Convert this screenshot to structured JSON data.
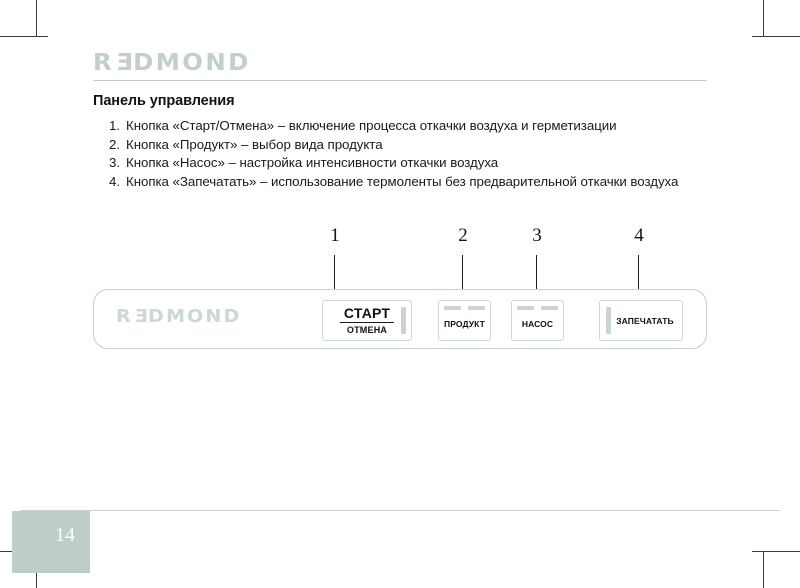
{
  "brand": {
    "logo_pre": "R",
    "logo_rev": "E",
    "logo_post": "DMOND"
  },
  "header": {
    "heading": "Панель управления"
  },
  "list": {
    "items": [
      {
        "num": "1.",
        "text": "Кнопка «Старт/Отмена» – включение процесса откачки воздуха и герметизации"
      },
      {
        "num": "2.",
        "text": "Кнопка «Продукт» – выбор вида продукта"
      },
      {
        "num": "3.",
        "text": "Кнопка «Насос» – настройка интенсивности откачки воздуха"
      },
      {
        "num": "4.",
        "text": "Кнопка «Запечатать» – использование термоленты без предварительной откачки воздуха"
      }
    ]
  },
  "diagram": {
    "callouts": [
      {
        "label": "1"
      },
      {
        "label": "2"
      },
      {
        "label": "3"
      },
      {
        "label": "4"
      }
    ],
    "panel": {
      "logo_pre": "R",
      "logo_rev": "E",
      "logo_post": "DMOND",
      "buttons": {
        "start_top": "СТАРТ",
        "start_bottom": "ОТМЕНА",
        "product": "ПРОДУКТ",
        "pump": "НАСОС",
        "seal": "ЗАПЕЧАТАТЬ"
      }
    }
  },
  "footer": {
    "page_number": "14"
  },
  "colors": {
    "panel_border": "#c3d0cf",
    "logo_gray": "#c3cfcd",
    "page_block": "#bfcdca",
    "text": "#1a1a1a"
  }
}
